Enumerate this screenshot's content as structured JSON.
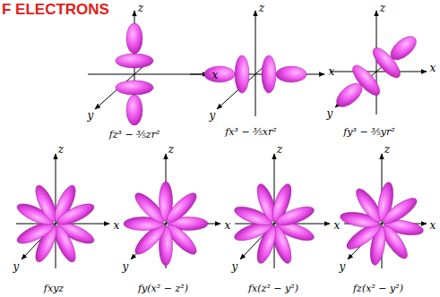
{
  "diagram": {
    "title": "F ELECTRONS",
    "labels": [
      "z",
      "x",
      "y",
      "fz³ − ⅗zr²",
      "z",
      "x",
      "y",
      "fx³ − ⅗xr²",
      "z",
      "x",
      "y",
      "fy³ − ⅗yr²",
      "z",
      "x",
      "y",
      "fxyz",
      "z",
      "x",
      "y",
      "fy(x² − z²)",
      "z",
      "x",
      "y",
      "fx(z² − y²)",
      "z",
      "x",
      "y",
      "fz(x² − y²)"
    ]
  }
}
